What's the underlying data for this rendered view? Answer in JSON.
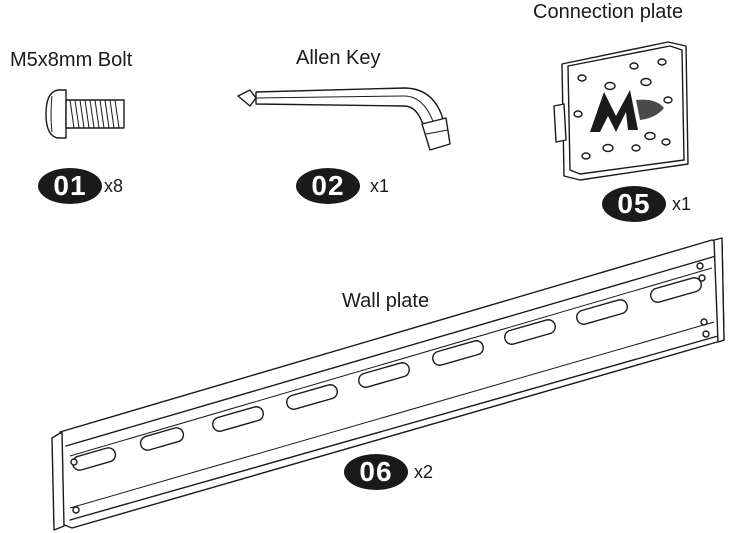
{
  "parts": [
    {
      "id": "bolt",
      "name": "M5x8mm Bolt",
      "number": "01",
      "quantity": "x8"
    },
    {
      "id": "allen-key",
      "name": "Allen Key",
      "number": "02",
      "quantity": "x1"
    },
    {
      "id": "connection-plate",
      "name": "Connection plate",
      "number": "05",
      "quantity": "x1"
    },
    {
      "id": "wall-plate",
      "name": "Wall plate",
      "number": "06",
      "quantity": "x2"
    }
  ],
  "colors": {
    "ink": "#1a1a1a",
    "background": "#ffffff"
  },
  "icons": [
    "bolt-icon",
    "allen-key-icon",
    "connection-plate-icon",
    "wall-plate-icon",
    "logo-m-icon"
  ]
}
